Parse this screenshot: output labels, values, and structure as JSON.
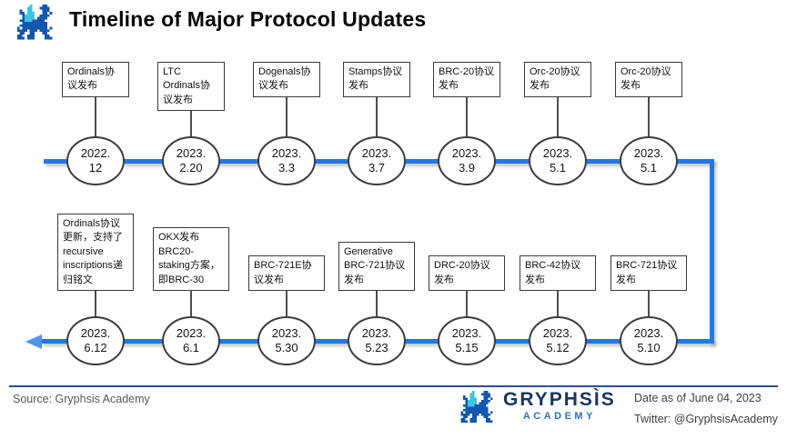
{
  "header": {
    "title": "Timeline of Major Protocol Updates"
  },
  "timeline": {
    "line_color": "#2277e8",
    "top_row": [
      {
        "label": "Ordinals协议发布",
        "date_line1": "2022.",
        "date_line2": "12"
      },
      {
        "label": "LTC Ordinals协议发布",
        "date_line1": "2023.",
        "date_line2": "2.20"
      },
      {
        "label": "Dogenals协议发布",
        "date_line1": "2023.",
        "date_line2": "3.3"
      },
      {
        "label": "Stamps协议发布",
        "date_line1": "2023.",
        "date_line2": "3.7"
      },
      {
        "label": "BRC-20协议发布",
        "date_line1": "2023.",
        "date_line2": "3.9"
      },
      {
        "label": "Orc-20协议发布",
        "date_line1": "2023.",
        "date_line2": "5.1"
      },
      {
        "label": "Orc-20协议发布",
        "date_line1": "2023.",
        "date_line2": "5.1"
      }
    ],
    "bottom_row": [
      {
        "label": "Ordinals协议更新，支持了recursive inscriptions递归铭文",
        "date_line1": "2023.",
        "date_line2": "6.12"
      },
      {
        "label": "OKX发布BRC20-staking方案，即BRC-30",
        "date_line1": "2023.",
        "date_line2": "6.1"
      },
      {
        "label": "BRC-721E协议发布",
        "date_line1": "2023.",
        "date_line2": "5.30"
      },
      {
        "label": "Generative BRC-721协议发布",
        "date_line1": "2023.",
        "date_line2": "5.23"
      },
      {
        "label": "DRC-20协议发布",
        "date_line1": "2023.",
        "date_line2": "5.15"
      },
      {
        "label": "BRC-42协议发布",
        "date_line1": "2023.",
        "date_line2": "5.12"
      },
      {
        "label": "BRC-721协议发布",
        "date_line1": "2023.",
        "date_line2": "5.10"
      }
    ]
  },
  "footer": {
    "source": "Source: Gryphsis Academy",
    "brand_name": "GRYPHSÌS",
    "brand_sub": "ACADEMY",
    "date_note": "Date as of June 04, 2023",
    "twitter": "Twitter: @GryphsisAcademy"
  }
}
